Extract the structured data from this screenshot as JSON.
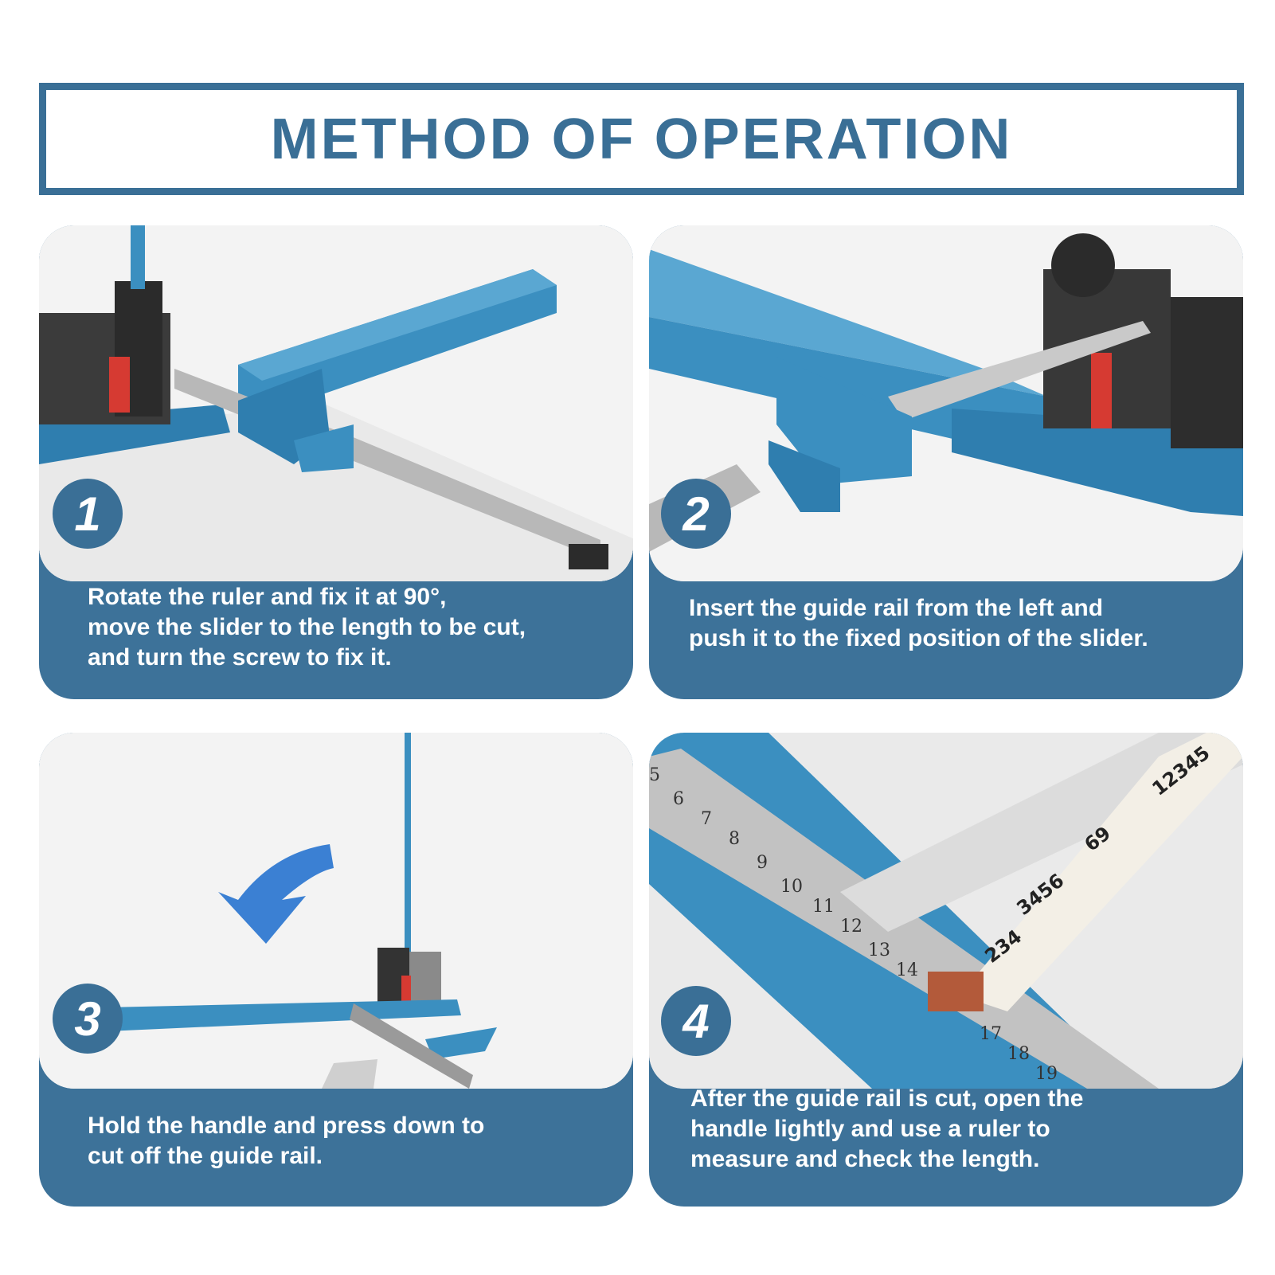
{
  "title": "METHOD OF OPERATION",
  "steps": [
    {
      "number": "1",
      "caption": "Rotate the ruler and fix it at 90°,\nmove the slider to the length to be cut,\nand turn the screw to fix it."
    },
    {
      "number": "2",
      "caption": "Insert the guide rail from the left and\npush it to the fixed position of the slider."
    },
    {
      "number": "3",
      "caption": "Hold the handle and press down to\ncut off the guide rail."
    },
    {
      "number": "4",
      "caption": "After the guide rail is cut, open the\nhandle lightly and use a ruler to\nmeasure and check the length."
    }
  ],
  "ruler_marks": [
    "5",
    "6",
    "7",
    "8",
    "9",
    "10",
    "11",
    "12",
    "13",
    "14",
    "17",
    "18",
    "19"
  ],
  "tape_marks": [
    "12345",
    "69",
    "3456",
    "234"
  ],
  "colors": {
    "brand_blue": "#3a6f96",
    "tool_blue": "#3b8fc0",
    "spring_red": "#d63a32"
  }
}
